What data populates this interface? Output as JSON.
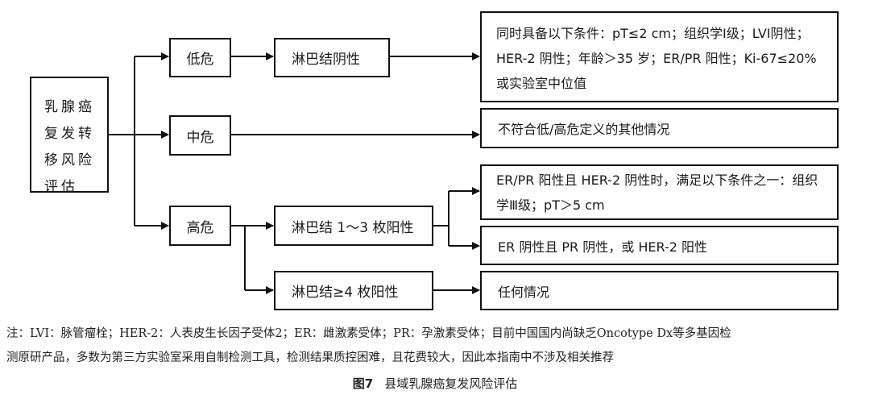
{
  "root": {
    "label": "乳腺癌复发转移风险评估"
  },
  "levels": {
    "low": "低危",
    "mid": "中危",
    "high": "高危"
  },
  "nodes": {
    "low_node": "淋巴结阴性",
    "high_node_1_3": "淋巴结 1～3 枚阳性",
    "high_node_ge4": "淋巴结≥4 枚阳性"
  },
  "criteria": {
    "low": "同时具备以下条件：pT≤2 cm；组织学Ⅰ级；LVI阴性；HER-2 阴性；年龄＞35 岁；ER/PR 阳性；Ki-67≤20%或实验室中位值",
    "mid": "不符合低/高危定义的其他情况",
    "high_1_3_a": "ER/PR 阳性且 HER-2 阴性时，满足以下条件之一：组织学Ⅲ级；pT＞5 cm",
    "high_1_3_b": "ER 阴性且 PR 阴性，或 HER-2 阳性",
    "high_ge4": "任何情况"
  },
  "note": {
    "line1": "注：LVI：脉管瘤栓；HER-2：人表皮生长因子受体2；ER：雌激素受体；PR：孕激素受体；目前中国国内尚缺乏Oncotype Dx等多基因检",
    "line2": "测原研产品，多数为第三方实验室采用自制检测工具，检测结果质控困难，且花费较大，因此本指南中不涉及相关推荐"
  },
  "caption": {
    "figure_no": "图7",
    "title": "县域乳腺癌复发风险评估"
  }
}
